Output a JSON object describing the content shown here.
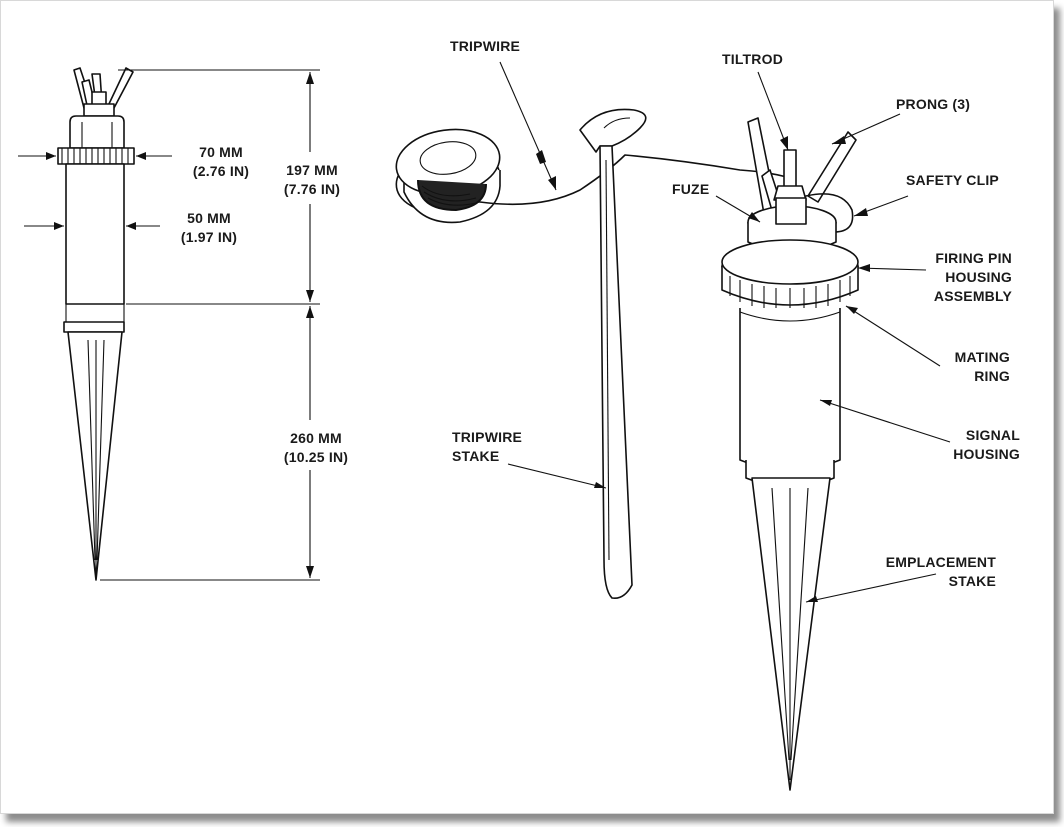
{
  "dims": {
    "width_top": "70 MM",
    "width_top_in": "(2.76 IN)",
    "width_body": "50 MM",
    "width_body_in": "(1.97 IN)",
    "height_upper": "197 MM",
    "height_upper_in": "(7.76 IN)",
    "height_lower": "260 MM",
    "height_lower_in": "(10.25 IN)"
  },
  "labels": {
    "tripwire": "TRIPWIRE",
    "tiltrod": "TILTROD",
    "prong": "PRONG (3)",
    "safety_clip": "SAFETY CLIP",
    "fuze": "FUZE",
    "firing_pin": [
      "FIRING PIN",
      "HOUSING",
      "ASSEMBLY"
    ],
    "mating_ring": [
      "MATING",
      "RING"
    ],
    "signal_housing": [
      "SIGNAL",
      "HOUSING"
    ],
    "tripwire_stake": [
      "TRIPWIRE",
      "STAKE"
    ],
    "emplacement_stake": [
      "EMPLACEMENT",
      "STAKE"
    ]
  },
  "colors": {
    "ink": "#111111",
    "paper": "#ffffff"
  }
}
